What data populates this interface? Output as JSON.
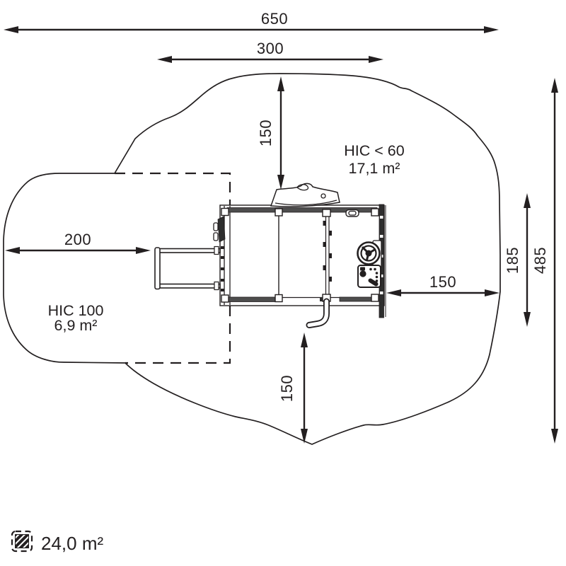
{
  "dimensions": {
    "total_width": "650",
    "structure_width": "300",
    "top_clearance": "150",
    "slide_runout": "200",
    "side_clearance": "150",
    "zone_height_inner": "185",
    "zone_height_total": "485",
    "bottom_clearance": "150"
  },
  "zones": {
    "hic60": {
      "label": "HIC < 60",
      "area": "17,1 m²"
    },
    "hic100": {
      "label": "HIC 100",
      "area": "6,9 m²"
    }
  },
  "legend": {
    "total_area": "24,0 m²"
  },
  "colors": {
    "ink": "#231f20",
    "rail_gray": "#4d4d4d",
    "wall_dark": "#2e2e2e",
    "background": "#ffffff"
  }
}
